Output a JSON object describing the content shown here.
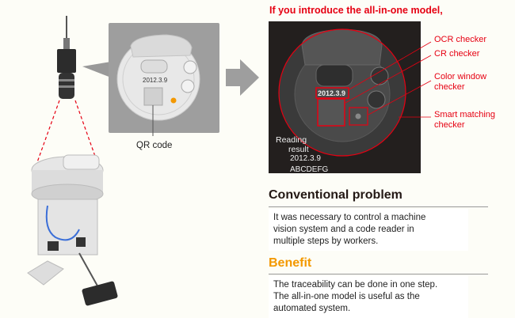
{
  "title": "If you introduce the all-in-one model,",
  "left": {
    "qr_label": "QR code",
    "date_print": "2012.3.9"
  },
  "panel": {
    "date_print": "2012.3.9",
    "reading_label_1": "Reading",
    "reading_label_2": "result",
    "reading_value_1": "2012.3.9",
    "reading_value_2": "ABCDEFG"
  },
  "checkers": {
    "ocr": "OCR checker",
    "cr": "CR checker",
    "color_1": "Color window",
    "color_2": "checker",
    "smart_1": "Smart matching",
    "smart_2": "checker"
  },
  "conventional": {
    "heading": "Conventional problem",
    "lines": [
      "It was necessary to control a machine",
      "vision system and a code reader in",
      "multiple steps by workers."
    ]
  },
  "benefit": {
    "heading": "Benefit",
    "lines": [
      "The traceability can be done in one step.",
      "The all-in-one model is useful as the",
      "automated system."
    ]
  },
  "colors": {
    "red": "#e60012",
    "orange": "#f39800",
    "panel": "#231f1e"
  }
}
